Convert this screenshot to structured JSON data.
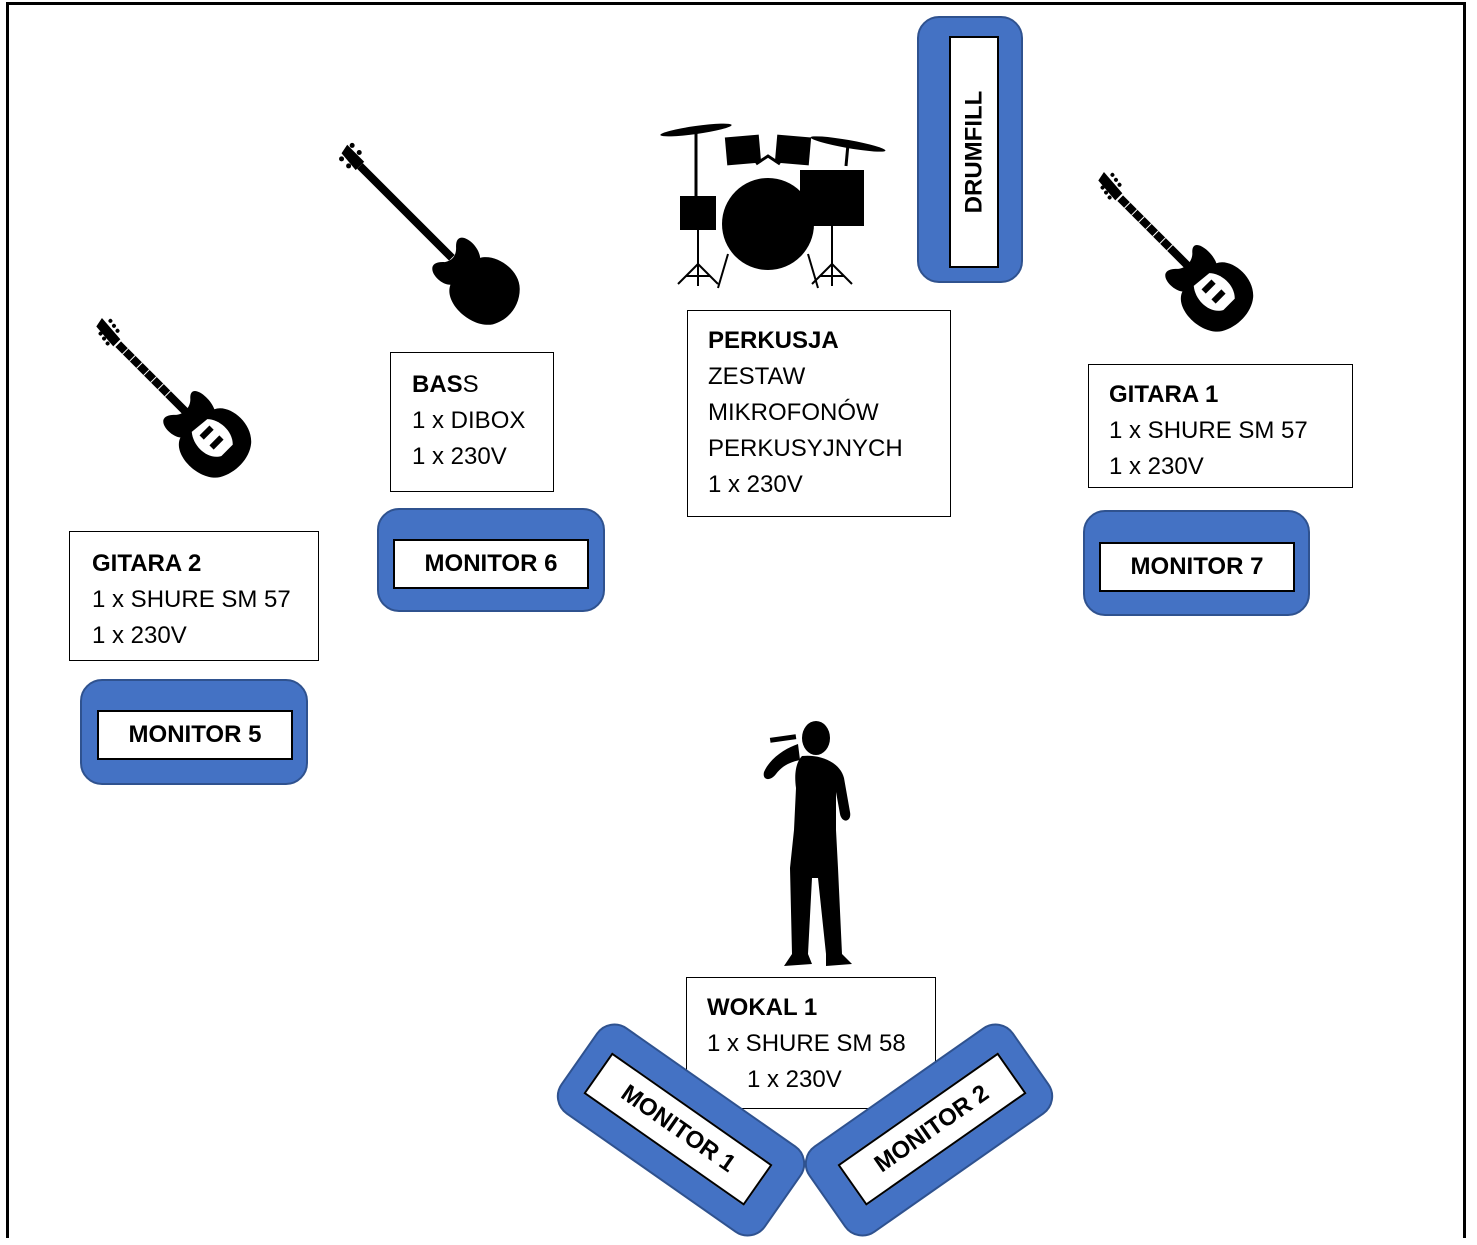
{
  "instruments": {
    "gitara2": {
      "title": "GITARA 2",
      "lines": [
        "1 x SHURE SM 57",
        "1 x 230V"
      ]
    },
    "bass": {
      "title_bold": "BAS",
      "title_rest": "S",
      "lines": [
        "1 x DIBOX",
        "1 x 230V"
      ]
    },
    "perkusja": {
      "title": "PERKUSJA",
      "lines": [
        "ZESTAW",
        "MIKROFONÓW",
        "PERKUSYJNYCH",
        "1 x 230V"
      ]
    },
    "gitara1": {
      "title": "GITARA 1",
      "lines": [
        "1 x SHURE SM 57",
        "1 x 230V"
      ]
    },
    "wokal1": {
      "title": "WOKAL 1",
      "lines": [
        "1 x SHURE SM 58",
        "1 x 230V"
      ]
    }
  },
  "monitors": {
    "m1": "MONITOR 1",
    "m2": "MONITOR 2",
    "m5": "MONITOR 5",
    "m6": "MONITOR 6",
    "m7": "MONITOR 7",
    "drumfill": "DRUMFILL"
  },
  "icons": {
    "guitar_left": "electric-guitar-icon",
    "bass": "bass-guitar-icon",
    "drums": "drum-kit-icon",
    "guitar_right": "electric-guitar-icon",
    "singer": "singer-silhouette-icon"
  },
  "colors": {
    "monitor_fill": "#4472c4",
    "monitor_border": "#2f528f"
  }
}
